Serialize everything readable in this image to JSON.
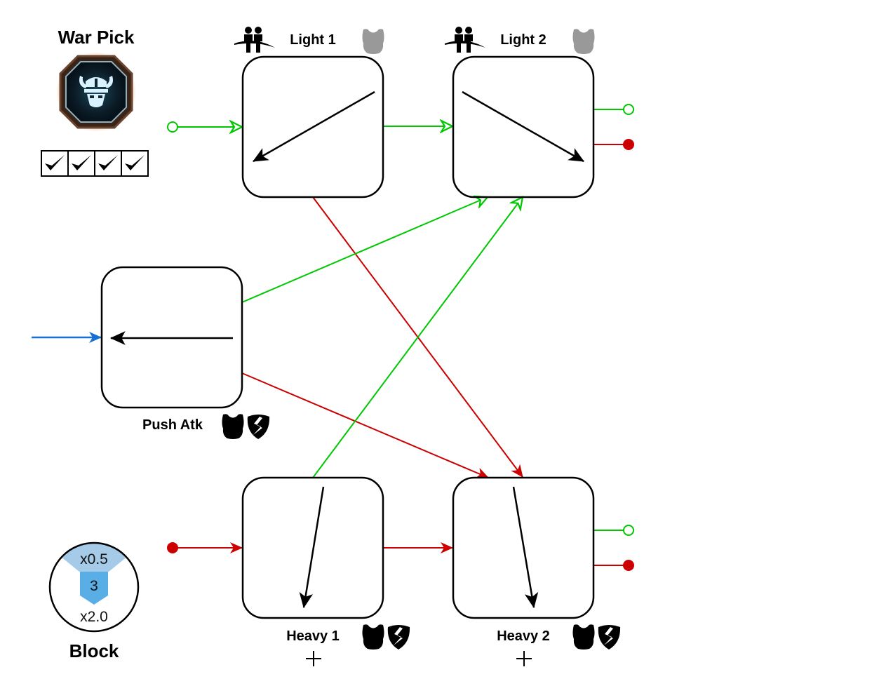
{
  "weapon": {
    "title": "War Pick",
    "icon": "viking-helmet-emblem-icon",
    "checkboxes": [
      true,
      true,
      true,
      true
    ]
  },
  "colors": {
    "green": "#00c800",
    "red": "#cc0000",
    "blue": "#1470d2",
    "gray_armor": "#999999",
    "gauge_light": "#a6cbe8",
    "gauge_dark": "#5aaee6"
  },
  "nodes": [
    {
      "id": "light1",
      "label": "Light 1",
      "direction": "down-left",
      "icons": [
        "dodge-attack-icon",
        "armor-gray-icon"
      ],
      "extra": ""
    },
    {
      "id": "light2",
      "label": "Light 2",
      "direction": "down-right",
      "icons": [
        "dodge-attack-icon",
        "armor-gray-icon"
      ],
      "extra": ""
    },
    {
      "id": "push",
      "label": "Push Atk",
      "direction": "left",
      "icons": [
        "armor-black-icon",
        "guard-break-shield-icon"
      ],
      "extra": ""
    },
    {
      "id": "heavy1",
      "label": "Heavy 1",
      "direction": "down",
      "icons": [
        "armor-black-icon",
        "guard-break-shield-icon"
      ],
      "extra": "+"
    },
    {
      "id": "heavy2",
      "label": "Heavy 2",
      "direction": "down",
      "icons": [
        "armor-black-icon",
        "guard-break-shield-icon"
      ],
      "extra": "+"
    }
  ],
  "connections": [
    {
      "from": "start-light",
      "to": "light1",
      "color": "green"
    },
    {
      "from": "light1",
      "to": "light2",
      "color": "green"
    },
    {
      "from": "light2",
      "to": "end-light",
      "color": "green"
    },
    {
      "from": "light2",
      "to": "end-heavy",
      "color": "red"
    },
    {
      "from": "light1",
      "to": "heavy2",
      "color": "red"
    },
    {
      "from": "push",
      "to": "light2",
      "color": "green"
    },
    {
      "from": "push",
      "to": "heavy2",
      "color": "red"
    },
    {
      "from": "heavy1",
      "to": "light2",
      "color": "green"
    },
    {
      "from": "start-heavy",
      "to": "heavy1",
      "color": "red"
    },
    {
      "from": "heavy1",
      "to": "heavy2",
      "color": "red"
    },
    {
      "from": "heavy2",
      "to": "end-light",
      "color": "green"
    },
    {
      "from": "heavy2",
      "to": "end-heavy",
      "color": "red"
    },
    {
      "from": "start-push",
      "to": "push",
      "color": "blue"
    }
  ],
  "block": {
    "label": "Block",
    "top_multiplier": "x0.5",
    "value": "3",
    "bottom_multiplier": "x2.0"
  }
}
